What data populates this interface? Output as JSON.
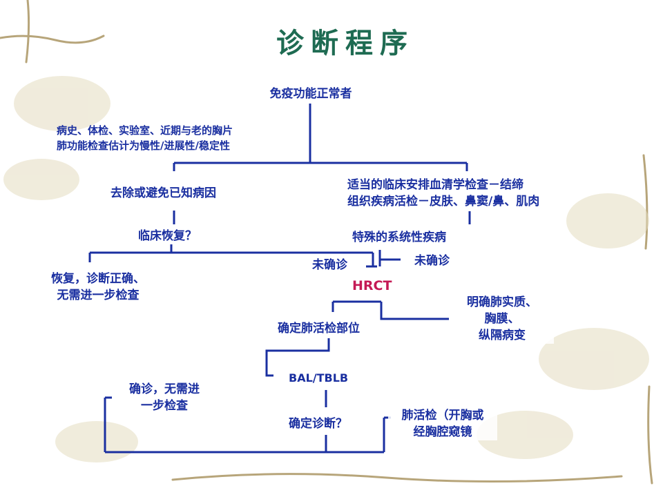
{
  "title": "诊断程序",
  "nodes": {
    "start": "免疫功能正常者",
    "history_line1": "病史、体检、实验室、近期与老的胸片",
    "history_line2": "肺功能检查估计为慢性/进展性/稳定性",
    "remove_cause": "去除或避免已知病因",
    "clinical_recovery": "临床恢复？",
    "serology_line1": "适当的临床安排血清学检查－结缔",
    "serology_line2": "组织疾病活检－皮肤、鼻窦/鼻、肌肉",
    "systemic_disease": "特殊的系统性疾病",
    "undiagnosed_left": "未确诊",
    "undiagnosed_right": "未确诊",
    "recovered_line1": "恢复，诊断正确、",
    "recovered_line2": "无需进一步检查",
    "hrct": "HRCT",
    "clear_line1": "明确肺实质、",
    "clear_line2": "胸膜、",
    "clear_line3": "纵隔病变",
    "biopsy_site": "确定肺活检部位",
    "bal": "BAL/TBLB",
    "confirmed_line1": "确诊，无需进",
    "confirmed_line2": "一步检查",
    "definite_dx": "确定诊断？",
    "lung_biopsy_line1": "肺活检（开胸或",
    "lung_biopsy_line2": "经胸腔窥镜"
  },
  "colors": {
    "node_text": "#1a2fa0",
    "hrct_text": "#c41a55",
    "title_text": "#1e6b52",
    "connector": "#1a2fa0"
  }
}
